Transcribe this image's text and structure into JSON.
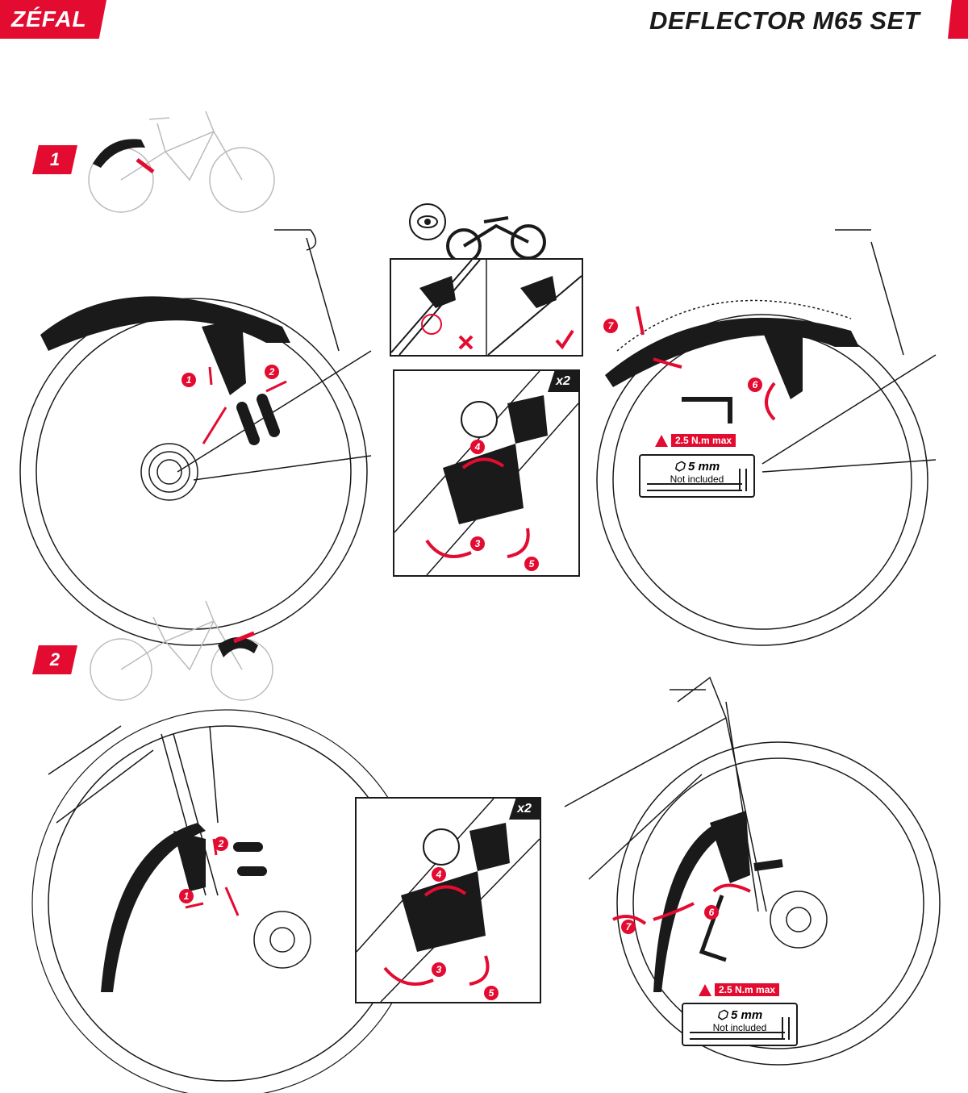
{
  "header": {
    "brand": "ZÉFAL",
    "title": "DEFLECTOR  M65 SET",
    "accent_color": "#e30b30"
  },
  "steps": [
    {
      "number": "1",
      "callouts": [
        "1",
        "2"
      ],
      "detail_multiplier": "x2",
      "detail_callouts": [
        "3",
        "4",
        "5"
      ],
      "adjust_callouts": [
        "6",
        "7"
      ],
      "torque": "2.5 N.m max",
      "tool_size": "5 mm",
      "tool_note": "Not included"
    },
    {
      "number": "2",
      "callouts": [
        "1",
        "2"
      ],
      "detail_multiplier": "x2",
      "detail_callouts": [
        "3",
        "4",
        "5"
      ],
      "adjust_callouts": [
        "6",
        "7"
      ],
      "torque": "2.5 N.m max",
      "tool_size": "5 mm",
      "tool_note": "Not included"
    }
  ],
  "inspection": {
    "wrong_icon": "cross-icon",
    "right_icon": "check-icon",
    "view_icon": "eye-icon"
  }
}
